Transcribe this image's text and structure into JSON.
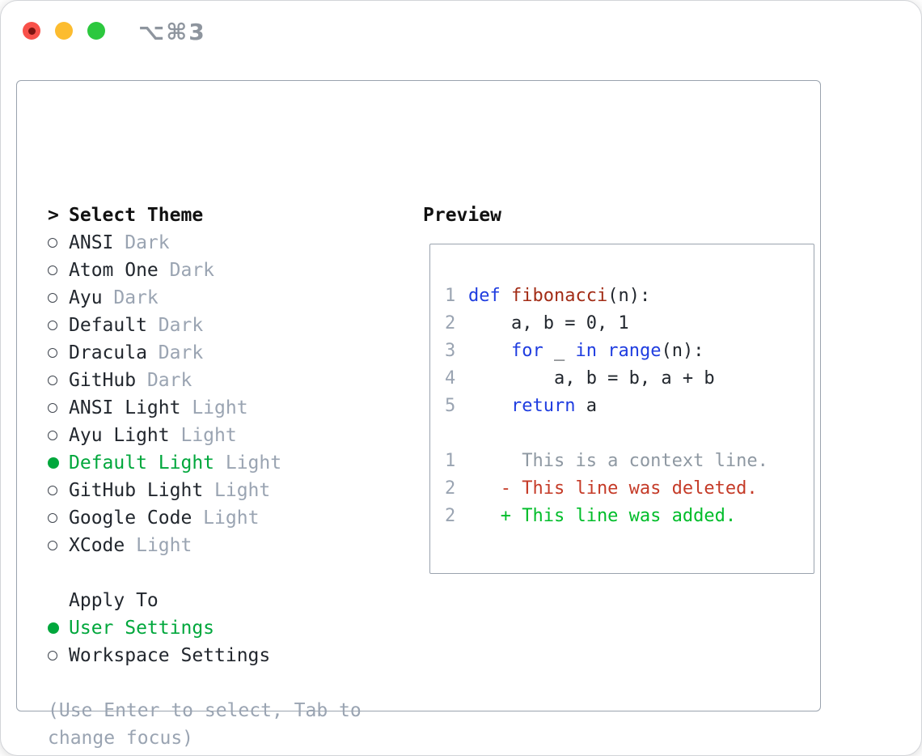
{
  "window": {
    "shortcut_label": "⌥⌘3",
    "traffic_lights": {
      "close": "#f8514a",
      "close_dot": "#7d1410",
      "minimize": "#fcbc2f",
      "zoom": "#2cc83e"
    }
  },
  "colors": {
    "text": "#22272e",
    "muted": "#9aa4b2",
    "border": "#9aa3ae",
    "green_selected": "#00a73c",
    "keyword_blue": "#1f3de0",
    "function_red": "#a22c16",
    "diff_red": "#c53b28",
    "diff_green": "#00bd2a"
  },
  "theme_selector": {
    "prompt": ">",
    "title": "Select Theme",
    "items": [
      {
        "name": "ANSI",
        "tag": "Dark",
        "selected": false
      },
      {
        "name": "Atom One",
        "tag": "Dark",
        "selected": false
      },
      {
        "name": "Ayu",
        "tag": "Dark",
        "selected": false
      },
      {
        "name": "Default",
        "tag": "Dark",
        "selected": false
      },
      {
        "name": "Dracula",
        "tag": "Dark",
        "selected": false
      },
      {
        "name": "GitHub",
        "tag": "Dark",
        "selected": false
      },
      {
        "name": "ANSI Light",
        "tag": "Light",
        "selected": false
      },
      {
        "name": "Ayu Light",
        "tag": "Light",
        "selected": false
      },
      {
        "name": "Default Light",
        "tag": "Light",
        "selected": true
      },
      {
        "name": "GitHub Light",
        "tag": "Light",
        "selected": false
      },
      {
        "name": "Google Code",
        "tag": "Light",
        "selected": false
      },
      {
        "name": "XCode",
        "tag": "Light",
        "selected": false
      }
    ]
  },
  "apply_to": {
    "title": "Apply To",
    "items": [
      {
        "label": "User Settings",
        "selected": true
      },
      {
        "label": "Workspace Settings",
        "selected": false
      }
    ]
  },
  "help_text": [
    "(Use Enter to select, Tab to",
    "change focus)"
  ],
  "preview": {
    "title": "Preview",
    "code_lines": [
      {
        "num": "1",
        "segments": [
          {
            "text": "def",
            "color": "keyword"
          },
          {
            "text": " ",
            "color": "plain"
          },
          {
            "text": "fibonacci",
            "color": "function"
          },
          {
            "text": "(n):",
            "color": "plain"
          }
        ]
      },
      {
        "num": "2",
        "segments": [
          {
            "text": "    a, b = 0, 1",
            "color": "plain"
          }
        ]
      },
      {
        "num": "3",
        "segments": [
          {
            "text": "    ",
            "color": "plain"
          },
          {
            "text": "for",
            "color": "keyword"
          },
          {
            "text": " _ ",
            "color": "plain"
          },
          {
            "text": "in",
            "color": "keyword"
          },
          {
            "text": " ",
            "color": "plain"
          },
          {
            "text": "range",
            "color": "keyword"
          },
          {
            "text": "(n):",
            "color": "plain"
          }
        ]
      },
      {
        "num": "4",
        "segments": [
          {
            "text": "        a, b = b, a + b",
            "color": "plain"
          }
        ]
      },
      {
        "num": "5",
        "segments": [
          {
            "text": "    ",
            "color": "plain"
          },
          {
            "text": "return",
            "color": "keyword"
          },
          {
            "text": " a",
            "color": "plain"
          }
        ]
      }
    ],
    "diff_lines": [
      {
        "num": "1",
        "text": "     This is a context line.",
        "type": "context"
      },
      {
        "num": "2",
        "text": "   - This line was deleted.",
        "type": "deleted"
      },
      {
        "num": "2",
        "text": "   + This line was added.",
        "type": "added"
      }
    ]
  }
}
